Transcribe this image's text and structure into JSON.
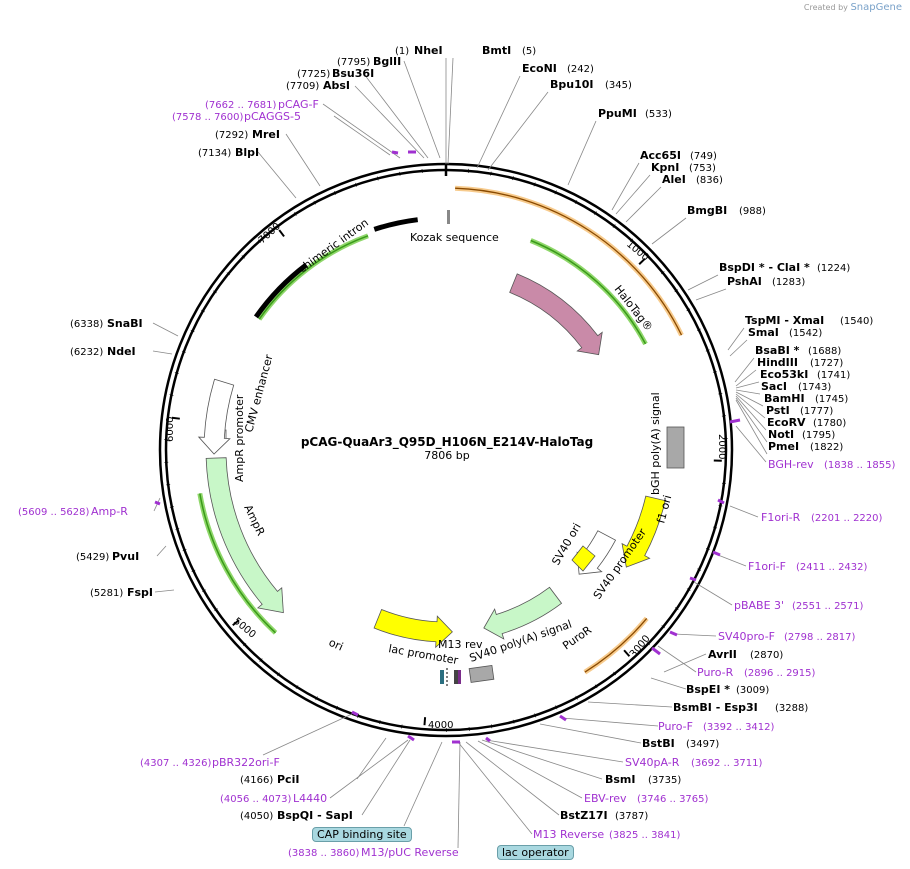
{
  "header": {
    "created_by": "Created by",
    "brand": "SnapGene"
  },
  "map": {
    "name": "pCAG-QuaAr3_Q95D_H106N_E214V-HaloTag",
    "length_label": "7806 bp",
    "total_bp": 7806
  },
  "ticks": [
    "1000",
    "2000",
    "3000",
    "4000",
    "5000",
    "6000",
    "7000"
  ],
  "sites": [
    {
      "name": "NheI",
      "pos": "(1)"
    },
    {
      "name": "BmtI",
      "pos": "(5)"
    },
    {
      "name": "EcoNI",
      "pos": "(242)"
    },
    {
      "name": "Bpu10I",
      "pos": "(345)"
    },
    {
      "name": "PpuMI",
      "pos": "(533)"
    },
    {
      "name": "Acc65I",
      "pos": "(749)"
    },
    {
      "name": "KpnI",
      "pos": "(753)"
    },
    {
      "name": "AleI",
      "pos": "(836)"
    },
    {
      "name": "BmgBI",
      "pos": "(988)"
    },
    {
      "name": "BspDI * - ClaI *",
      "pos": "(1224)"
    },
    {
      "name": "PshAI",
      "pos": "(1283)"
    },
    {
      "name": "TspMI - XmaI",
      "pos": "(1540)"
    },
    {
      "name": "SmaI",
      "pos": "(1542)"
    },
    {
      "name": "BsaBI *",
      "pos": "(1688)"
    },
    {
      "name": "HindIII",
      "pos": "(1727)"
    },
    {
      "name": "Eco53kI",
      "pos": "(1741)"
    },
    {
      "name": "SacI",
      "pos": "(1743)"
    },
    {
      "name": "BamHI",
      "pos": "(1745)"
    },
    {
      "name": "PstI",
      "pos": "(1777)"
    },
    {
      "name": "EcoRV",
      "pos": "(1780)"
    },
    {
      "name": "NotI",
      "pos": "(1795)"
    },
    {
      "name": "PmeI",
      "pos": "(1822)"
    },
    {
      "name": "AvrII",
      "pos": "(2870)"
    },
    {
      "name": "BspEI *",
      "pos": "(3009)"
    },
    {
      "name": "BsmBI - Esp3I",
      "pos": "(3288)"
    },
    {
      "name": "BstBI",
      "pos": "(3497)"
    },
    {
      "name": "BsmI",
      "pos": "(3735)"
    },
    {
      "name": "BstZ17I",
      "pos": "(3787)"
    },
    {
      "name": "BspQI - SapI",
      "pos": "(4050)"
    },
    {
      "name": "PciI",
      "pos": "(4166)"
    },
    {
      "name": "FspI",
      "pos": "(5281)"
    },
    {
      "name": "PvuI",
      "pos": "(5429)"
    },
    {
      "name": "NdeI",
      "pos": "(6232)"
    },
    {
      "name": "SnaBI",
      "pos": "(6338)"
    },
    {
      "name": "BlpI",
      "pos": "(7134)"
    },
    {
      "name": "MreI",
      "pos": "(7292)"
    },
    {
      "name": "AbsI",
      "pos": "(7709)"
    },
    {
      "name": "Bsu36I",
      "pos": "(7725)"
    },
    {
      "name": "BglII",
      "pos": "(7795)"
    }
  ],
  "primers": [
    {
      "name": "BGH-rev",
      "pos": "(1838 .. 1855)"
    },
    {
      "name": "F1ori-R",
      "pos": "(2201 .. 2220)"
    },
    {
      "name": "F1ori-F",
      "pos": "(2411 .. 2432)"
    },
    {
      "name": "pBABE 3'",
      "pos": "(2551 .. 2571)"
    },
    {
      "name": "SV40pro-F",
      "pos": "(2798 .. 2817)"
    },
    {
      "name": "Puro-R",
      "pos": "(2896 .. 2915)"
    },
    {
      "name": "Puro-F",
      "pos": "(3392 .. 3412)"
    },
    {
      "name": "SV40pA-R",
      "pos": "(3692 .. 3711)"
    },
    {
      "name": "EBV-rev",
      "pos": "(3746 .. 3765)"
    },
    {
      "name": "M13 Reverse",
      "pos": "(3825 .. 3841)"
    },
    {
      "name": "M13/pUC Reverse",
      "pos": "(3838 .. 3860)"
    },
    {
      "name": "L4440",
      "pos": "(4056 .. 4073)"
    },
    {
      "name": "pBR322ori-F",
      "pos": "(4307 .. 4326)"
    },
    {
      "name": "Amp-R",
      "pos": "(5609 .. 5628)"
    },
    {
      "name": "pCAGGS-5",
      "pos": "(7578 .. 7600)"
    },
    {
      "name": "pCAG-F",
      "pos": "(7662 .. 7681)"
    }
  ],
  "features": [
    {
      "name": "Kozak sequence"
    },
    {
      "name": "chimeric intron"
    },
    {
      "name": "HaloTag®"
    },
    {
      "name": "bGH poly(A) signal"
    },
    {
      "name": "f1 ori"
    },
    {
      "name": "SV40 promoter"
    },
    {
      "name": "SV40 ori"
    },
    {
      "name": "PuroR"
    },
    {
      "name": "SV40 poly(A) signal"
    },
    {
      "name": "M13 rev"
    },
    {
      "name": "lac promoter"
    },
    {
      "name": "ori"
    },
    {
      "name": "AmpR"
    },
    {
      "name": "AmpR promoter"
    },
    {
      "name": "CMV enhancer"
    }
  ],
  "badges": {
    "cap": "CAP binding site",
    "lac": "lac operator"
  },
  "colors": {
    "halotag": "#c98aa8",
    "ori": "#ffff00",
    "ampr": "#c8f7c8",
    "primer": "#a031d0",
    "orf_arc": "#f0a030",
    "green_arc": "#3a9a1a"
  }
}
